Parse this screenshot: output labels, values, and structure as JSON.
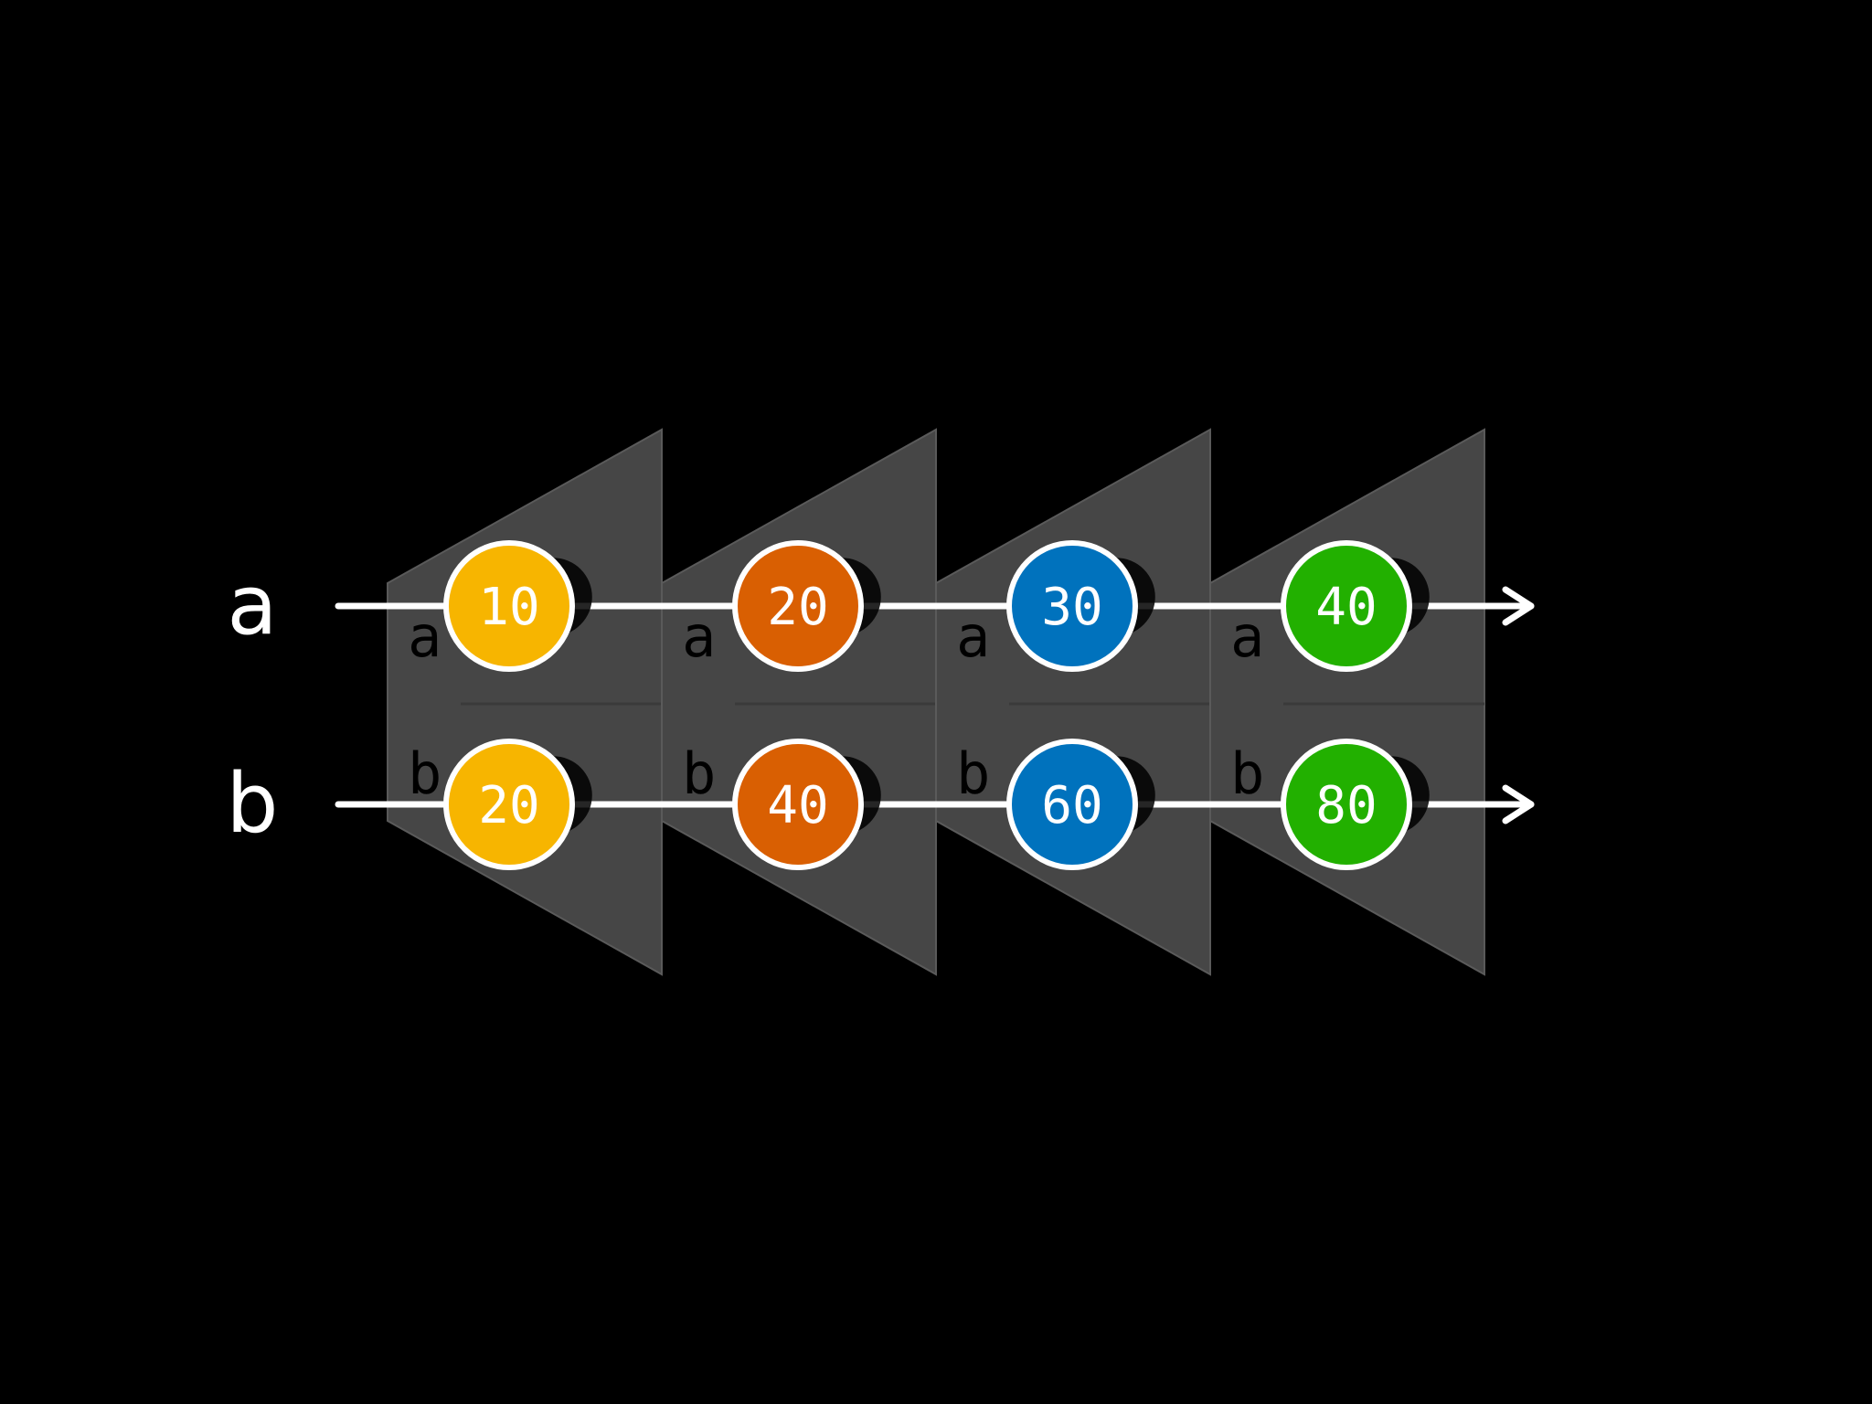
{
  "diagram": {
    "rows": [
      {
        "label": "a",
        "values": [
          "10",
          "20",
          "30",
          "40"
        ]
      },
      {
        "label": "b",
        "values": [
          "20",
          "40",
          "60",
          "80"
        ]
      }
    ],
    "panel_labels": [
      "a",
      "b"
    ],
    "stage_colors": [
      "#F7B500",
      "#D95F02",
      "#0072BD",
      "#22B000"
    ],
    "panel_color": "#4A4A4A",
    "line_color": "#FFFFFF",
    "background": "#000000"
  }
}
